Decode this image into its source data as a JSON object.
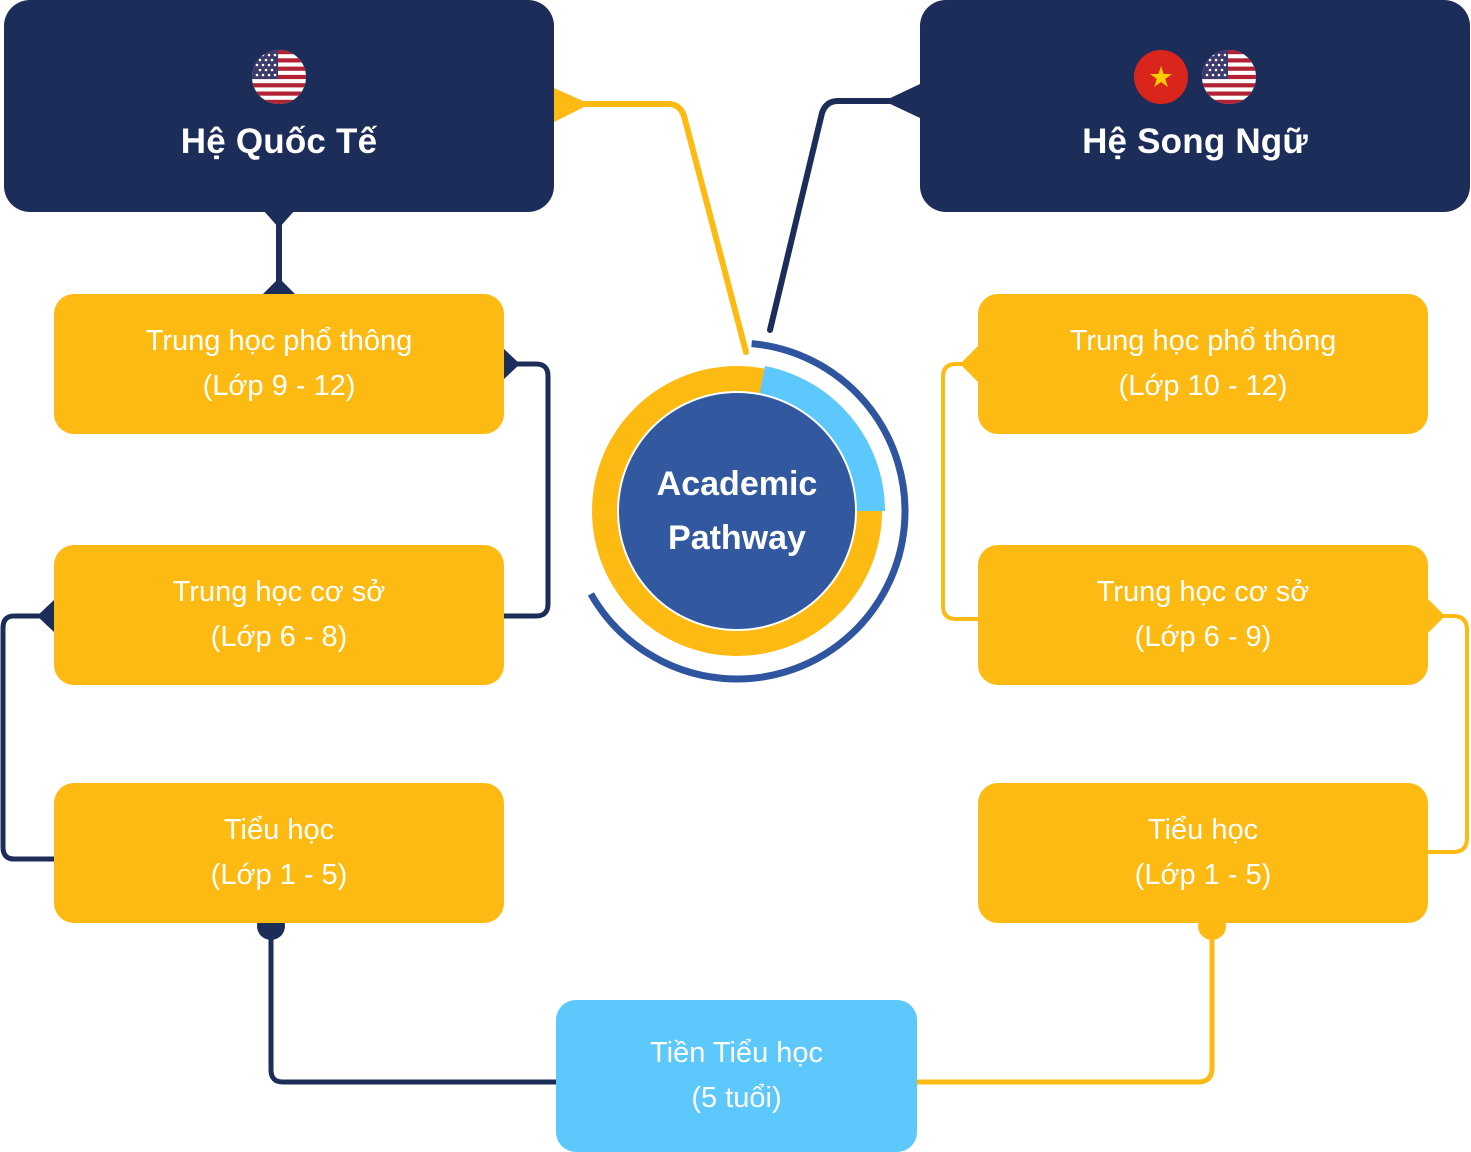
{
  "colors": {
    "navy": "#1d2d59",
    "yellow": "#fdba13",
    "light_blue": "#5cc8fb",
    "core_blue": "#3258a0",
    "outer_ring": "#2f55a0"
  },
  "center": {
    "line1": "Academic",
    "line2": "Pathway"
  },
  "international": {
    "title": "Hệ Quốc Tế",
    "flags": [
      "us-flag-icon"
    ],
    "levels": [
      {
        "name": "Trung học phổ thông",
        "grades": "(Lớp 9 - 12)"
      },
      {
        "name": "Trung học cơ sở",
        "grades": "(Lớp 6 - 8)"
      },
      {
        "name": "Tiểu học",
        "grades": "(Lớp 1 - 5)"
      }
    ]
  },
  "bilingual": {
    "title": "Hệ Song Ngữ",
    "flags": [
      "vietnam-flag-icon",
      "us-flag-icon"
    ],
    "levels": [
      {
        "name": "Trung học phổ thông",
        "grades": "(Lớp 10 - 12)"
      },
      {
        "name": "Trung học cơ sở",
        "grades": "(Lớp 6 - 9)"
      },
      {
        "name": "Tiểu học",
        "grades": "(Lớp 1 - 5)"
      }
    ]
  },
  "preschool": {
    "name": "Tiền Tiểu học",
    "age": "(5 tuổi)"
  }
}
